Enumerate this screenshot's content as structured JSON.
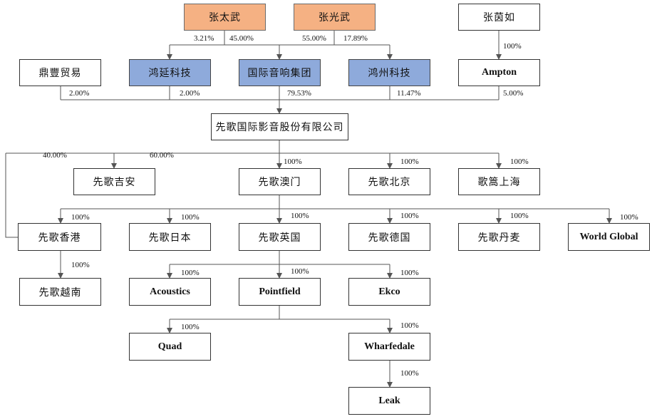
{
  "nodes": {
    "zhang_taiwu": "张太武",
    "zhang_guangwu": "张光武",
    "zhang_yinru": "张茵如",
    "dingfeng": "鼎豐贸易",
    "hongyan": "鸿延科技",
    "guoji_group": "国际音响集团",
    "hongzhou": "鸿州科技",
    "ampton": "Ampton",
    "xiange_main": "先歌国际影音股份有限公司",
    "jian": "先歌吉安",
    "macau": "先歌澳门",
    "beijing": "先歌北京",
    "shanghai": "歌篙上海",
    "hongkong": "先歌香港",
    "japan": "先歌日本",
    "uk": "先歌英国",
    "germany": "先歌德国",
    "denmark": "先歌丹麦",
    "world_global": "World Global",
    "vietnam": "先歌越南",
    "acoustics": "Acoustics",
    "pointfield": "Pointfield",
    "ekco": "Ekco",
    "quad": "Quad",
    "wharfedale": "Wharfedale",
    "leak": "Leak"
  },
  "percentages": {
    "taiwu_hongyan": "3.21%",
    "taiwu_group": "45.00%",
    "guangwu_group": "55.00%",
    "guangwu_hongzhou": "17.89%",
    "yinru_ampton": "100%",
    "dingfeng_main": "2.00%",
    "hongyan_main": "2.00%",
    "group_main": "79.53%",
    "hongzhou_main": "11.47%",
    "ampton_main": "5.00%",
    "main_hongkong": "40.00%",
    "main_jian": "60.00%",
    "main_macau": "100%",
    "main_beijing": "100%",
    "main_shanghai": "100%",
    "macau_hongkong": "100%",
    "macau_japan": "100%",
    "macau_uk": "100%",
    "macau_germany": "100%",
    "macau_denmark": "100%",
    "macau_worldglobal": "100%",
    "hongkong_vietnam": "100%",
    "uk_acoustics": "100%",
    "uk_pointfield": "100%",
    "uk_ekco": "100%",
    "pointfield_quad": "100%",
    "pointfield_wharfedale": "100%",
    "wharfedale_leak": "100%"
  },
  "colors": {
    "person_fill": "#f5b183",
    "holding_fill": "#8eaadb",
    "line": "#555555"
  }
}
